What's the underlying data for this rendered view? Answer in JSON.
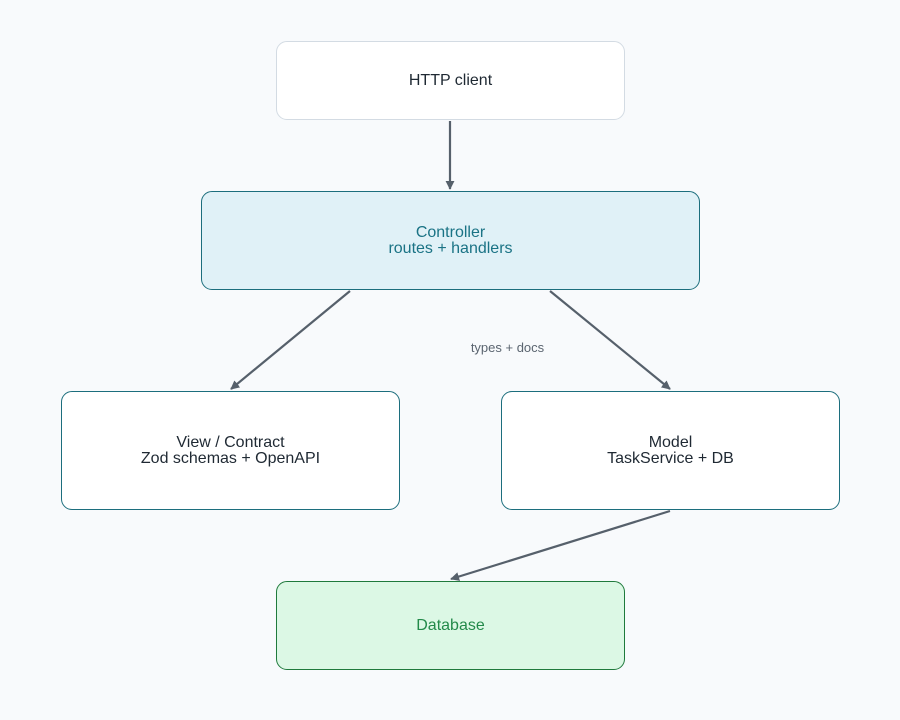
{
  "nodes": {
    "client": {
      "line1": "HTTP client"
    },
    "controller": {
      "line1": "Controller",
      "line2": "routes + handlers"
    },
    "view": {
      "line1": "View / Contract",
      "line2": "Zod schemas + OpenAPI"
    },
    "model": {
      "line1": "Model",
      "line2": "TaskService + DB"
    },
    "database": {
      "line1": "Database"
    }
  },
  "edges": [
    {
      "from": "client",
      "to": "controller",
      "label": ""
    },
    {
      "from": "controller",
      "to": "view",
      "label": ""
    },
    {
      "from": "controller",
      "to": "model",
      "label": "types + docs"
    },
    {
      "from": "model",
      "to": "database",
      "label": ""
    }
  ],
  "colors": {
    "background": "#f8fafc",
    "edge": "#56606b",
    "controller_fill": "#e0f1f7",
    "controller_border": "#1c6e7d",
    "database_fill": "#dcf8e5",
    "database_border": "#1f7a3c"
  }
}
